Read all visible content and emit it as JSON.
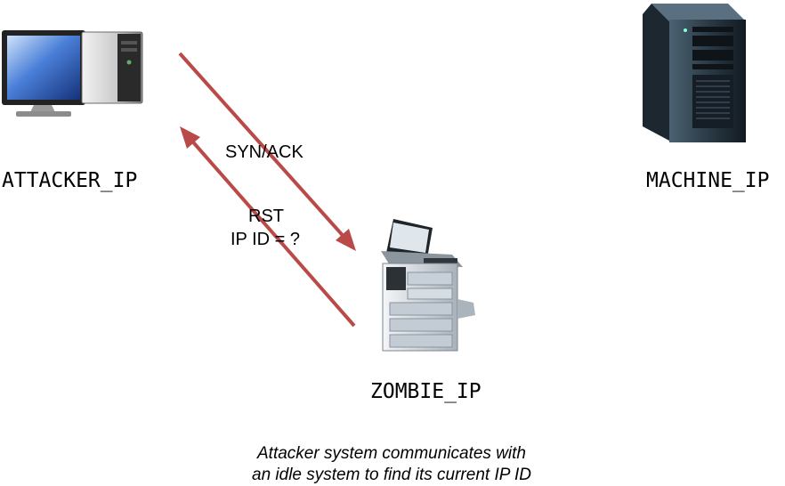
{
  "nodes": {
    "attacker": {
      "label": "ATTACKER_IP",
      "icon": "desktop-computer-icon"
    },
    "machine": {
      "label": "MACHINE_IP",
      "icon": "server-tower-icon"
    },
    "zombie": {
      "label": "ZOMBIE_IP",
      "icon": "printer-copier-icon"
    }
  },
  "edges": {
    "syn_ack": {
      "label": "SYN/ACK",
      "color": "#b94a48"
    },
    "rst": {
      "label_line1": "RST",
      "label_line2": "IP ID = ?",
      "color": "#b94a48"
    }
  },
  "caption": {
    "line1": "Attacker system communicates with",
    "line2": "an idle system to find its current IP ID"
  }
}
